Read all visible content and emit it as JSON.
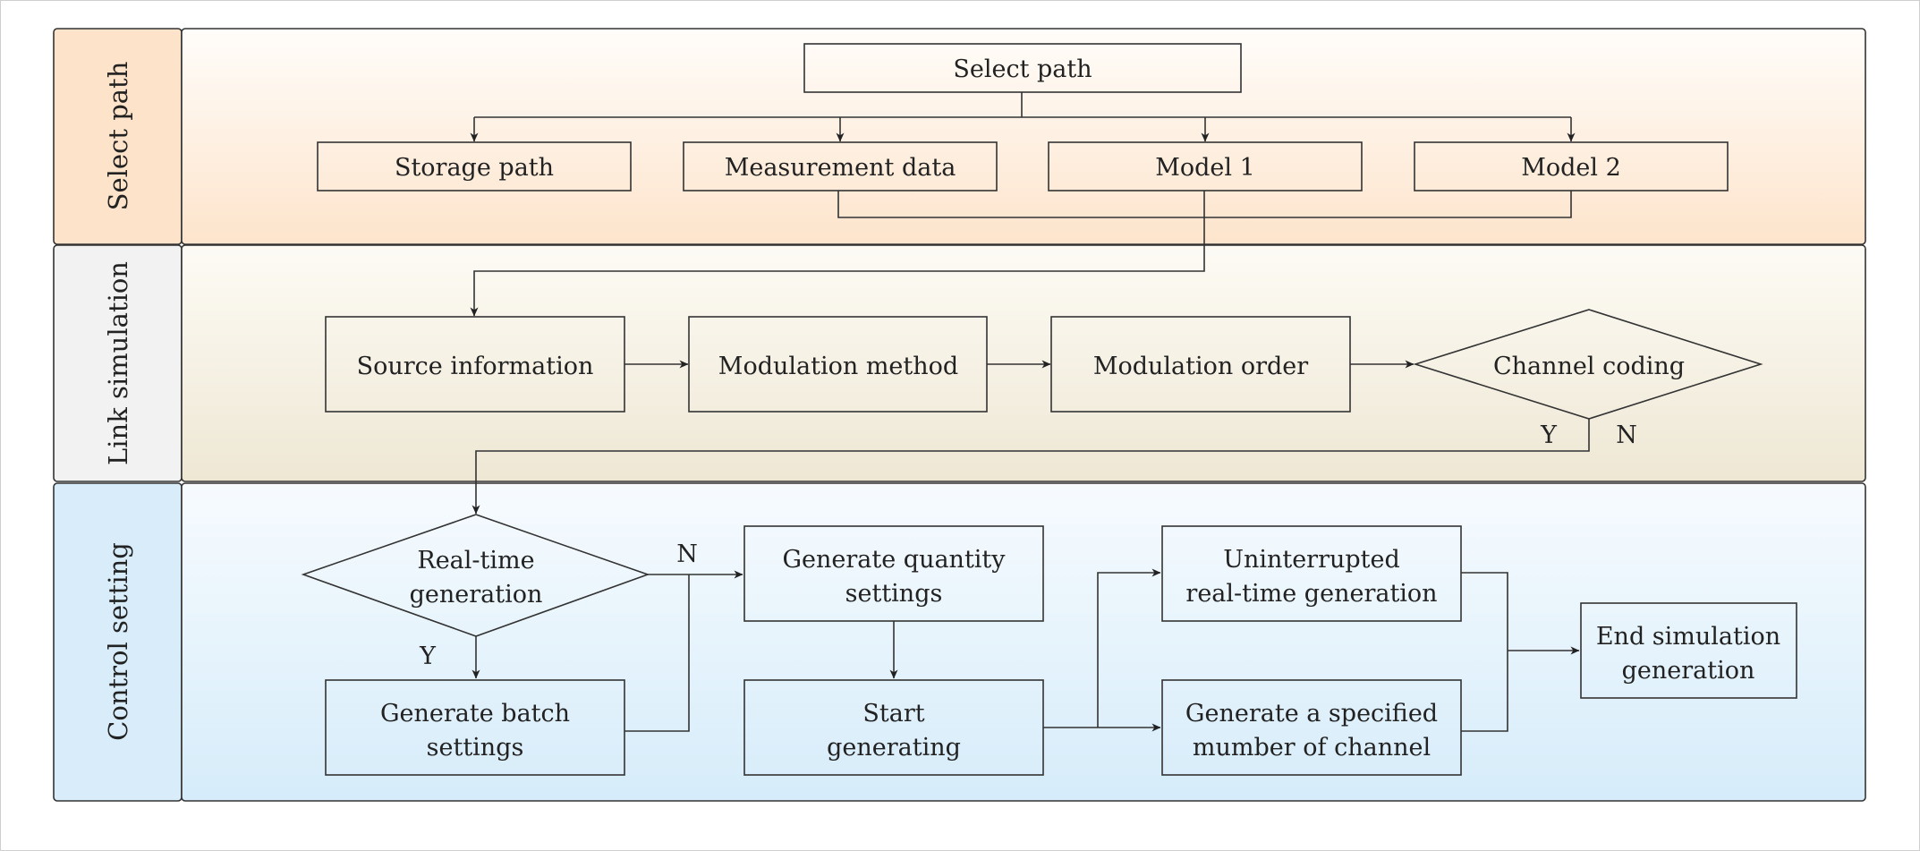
{
  "lanes": {
    "select_path": "Select path",
    "link_simulation": "Link simulation",
    "control_setting": "Control setting"
  },
  "nodes": {
    "select_path": "Select path",
    "storage_path": "Storage path",
    "measurement_data": "Measurement data",
    "model_1": "Model 1",
    "model_2": "Model 2",
    "source_information": "Source information",
    "modulation_method": "Modulation method",
    "modulation_order": "Modulation order",
    "channel_coding": "Channel coding",
    "real_time_generation": [
      "Real-time",
      "generation"
    ],
    "generate_batch_settings": [
      "Generate batch",
      "settings"
    ],
    "generate_quantity_settings": [
      "Generate quantity",
      "settings"
    ],
    "start_generating": [
      "Start",
      "generating"
    ],
    "uninterrupted": [
      "Uninterrupted",
      "real-time generation"
    ],
    "generate_specified": [
      "Generate a specified",
      "mumber of channel"
    ],
    "end_simulation": [
      "End simulation",
      "generation"
    ]
  },
  "labels": {
    "channel_yes": "Y",
    "channel_no": "N",
    "realtime_no": "N",
    "realtime_yes": "Y"
  },
  "colors": {
    "stroke": "#333333",
    "lane1_tab": "#fde3c9",
    "lane2_tab": "#f2f2f2",
    "lane3_tab": "#d8ecf9"
  }
}
